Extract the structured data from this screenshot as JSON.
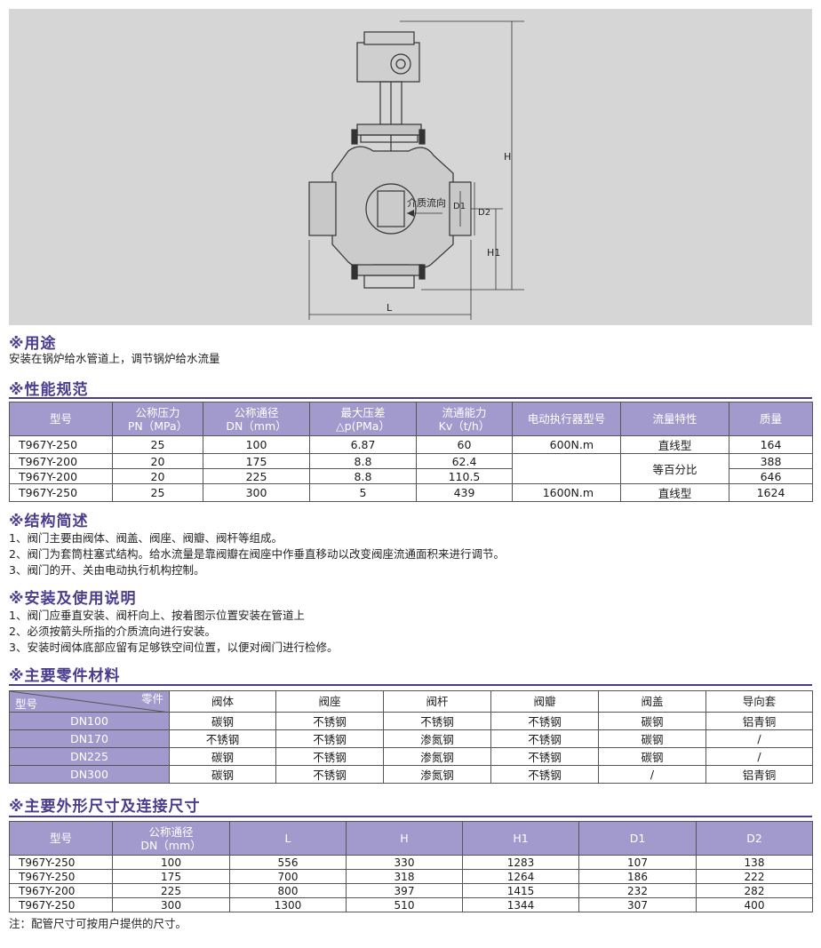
{
  "drawing": {
    "flow_label": "介质流向",
    "dim_H": "H",
    "dim_H1": "H1",
    "dim_D1": "D1",
    "dim_D2": "D2",
    "dim_L": "L"
  },
  "usage": {
    "title": "※用途",
    "text": "安装在锅炉给水管道上，调节锅炉给水流量"
  },
  "spec": {
    "title": "※性能规范",
    "headers": [
      [
        "型号",
        ""
      ],
      [
        "公称压力",
        "PN（MPa）"
      ],
      [
        "公称通径",
        "DN（mm）"
      ],
      [
        "最大压差",
        "△p(PMa）"
      ],
      [
        "流通能力",
        "Kv（t/h）"
      ],
      [
        "电动执行器型号",
        ""
      ],
      [
        "流量特性",
        ""
      ],
      [
        "质量",
        ""
      ]
    ],
    "rows": [
      {
        "model": "T967Y-250",
        "pn": "25",
        "dn": "100",
        "dp": "6.87",
        "kv": "60",
        "actuator": "600N.m",
        "flow": "直线型",
        "mass": "164"
      },
      {
        "model": "T967Y-200",
        "pn": "20",
        "dn": "175",
        "dp": "8.8",
        "kv": "62.4",
        "actuator": "",
        "flow": "等百分比",
        "mass": "388"
      },
      {
        "model": "T967Y-200",
        "pn": "20",
        "dn": "225",
        "dp": "8.8",
        "kv": "110.5",
        "actuator": "",
        "flow": "",
        "mass": "646"
      },
      {
        "model": "T967Y-250",
        "pn": "25",
        "dn": "300",
        "dp": "5",
        "kv": "439",
        "actuator": "1600N.m",
        "flow": "直线型",
        "mass": "1624"
      }
    ]
  },
  "structure": {
    "title": "※结构简述",
    "lines": [
      "1、阀门主要由阀体、阀盖、阀座、阀瓣、阀杆等组成。",
      "2、阀门为套筒柱塞式结构。给水流量是靠阀瓣在阀座中作垂直移动以改变阀座流通面积来进行调节。",
      "3、阀门的开、关由电动执行机构控制。"
    ]
  },
  "install": {
    "title": "※安装及使用说明",
    "lines": [
      "1、阀门应垂直安装、阀杆向上、按着图示位置安装在管道上",
      "2、必须按箭头所指的介质流向进行安装。",
      "3、安装时阀体底部应留有足够铁空间位置，以便对阀门进行检修。"
    ]
  },
  "materials": {
    "title": "※主要零件材料",
    "corner_top": "零件",
    "corner_bottom": "型号",
    "headers": [
      "阀体",
      "阀座",
      "阀杆",
      "阀瓣",
      "阀盖",
      "导向套"
    ],
    "rows": [
      {
        "dn": "DN100",
        "cells": [
          "碳钢",
          "不锈钢",
          "不锈钢",
          "不锈钢",
          "碳钢",
          "铝青铜"
        ]
      },
      {
        "dn": "DN170",
        "cells": [
          "不锈钢",
          "不锈钢",
          "渗氮钢",
          "不锈钢",
          "碳钢",
          "/"
        ]
      },
      {
        "dn": "DN225",
        "cells": [
          "碳钢",
          "不锈钢",
          "渗氮钢",
          "不锈钢",
          "碳钢",
          "/"
        ]
      },
      {
        "dn": "DN300",
        "cells": [
          "碳钢",
          "不锈钢",
          "渗氮钢",
          "不锈钢",
          "/",
          "铝青铜"
        ]
      }
    ]
  },
  "dimensions": {
    "title": "※主要外形尺寸及连接尺寸",
    "headers": [
      [
        "型号",
        ""
      ],
      [
        "公称通径",
        "DN（mm）"
      ],
      [
        "L",
        ""
      ],
      [
        "H",
        ""
      ],
      [
        "H1",
        ""
      ],
      [
        "D1",
        ""
      ],
      [
        "D2",
        ""
      ]
    ],
    "rows": [
      [
        "T967Y-250",
        "100",
        "556",
        "330",
        "1283",
        "107",
        "138"
      ],
      [
        "T967Y-250",
        "175",
        "700",
        "318",
        "1264",
        "186",
        "222"
      ],
      [
        "T967Y-200",
        "225",
        "800",
        "397",
        "1415",
        "232",
        "282"
      ],
      [
        "T967Y-250",
        "300",
        "1300",
        "510",
        "1344",
        "307",
        "400"
      ]
    ],
    "note": "注：配管尺寸可按用户提供的尺寸。"
  }
}
